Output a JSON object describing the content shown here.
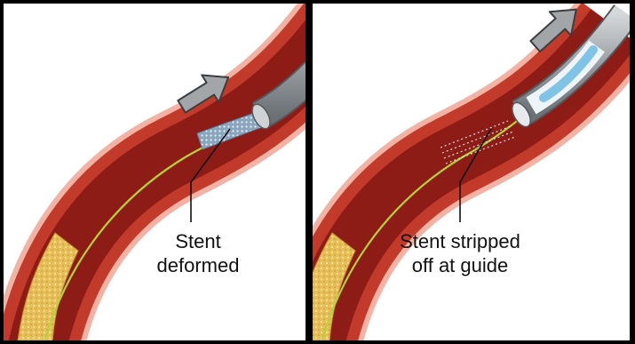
{
  "panels": [
    {
      "id": "left",
      "label_lines": [
        "Stent",
        "deformed"
      ]
    },
    {
      "id": "right",
      "label_lines": [
        "Stent stripped",
        "off at guide"
      ]
    }
  ],
  "colors": {
    "background": "#000000",
    "panel": "#ffffff",
    "vessel_outer": "#f2b2a4",
    "vessel_wall": "#c13a2a",
    "lumen": "#8e1c16",
    "plaque": "#e8c15a",
    "guidewire": "#b6d23a",
    "catheter": "#8f9498",
    "arrow": "#a3a6a9",
    "stent": "#7f9db8",
    "balloon": "#7fc4e6",
    "callout_line": "#111111"
  },
  "icons": {
    "direction_arrow": "withdraw-arrow-icon"
  }
}
